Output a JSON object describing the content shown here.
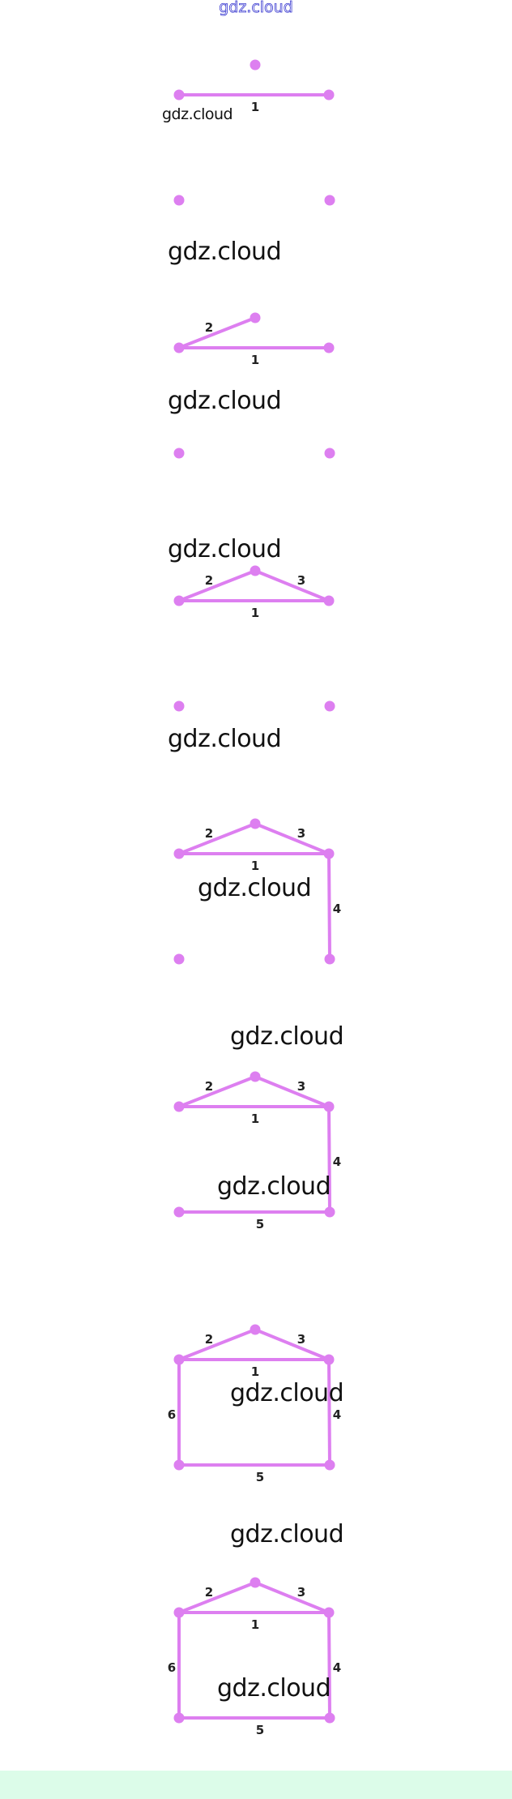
{
  "header_watermark": "gdz.cloud",
  "watermarks": [
    "gdz.cloud",
    "gdz.cloud",
    "gdz.cloud",
    "gdz.cloud",
    "gdz.cloud",
    "gdz.cloud",
    "gdz.cloud",
    "gdz.cloud",
    "gdz.cloud",
    "gdz.cloud",
    "gdz.cloud"
  ],
  "colors": {
    "stroke": "#dd7ff0",
    "footer": "#dcfce9",
    "label": "#222222"
  },
  "edge_labels": [
    "1",
    "2",
    "3",
    "4",
    "5",
    "6"
  ],
  "frames": [
    {
      "step": 1,
      "edges_drawn": 1
    },
    {
      "step": 2,
      "edges_drawn": 2
    },
    {
      "step": 3,
      "edges_drawn": 3
    },
    {
      "step": 4,
      "edges_drawn": 4
    },
    {
      "step": 5,
      "edges_drawn": 5
    },
    {
      "step": 6,
      "edges_drawn": 6
    },
    {
      "step": 7,
      "edges_drawn": 6
    }
  ]
}
